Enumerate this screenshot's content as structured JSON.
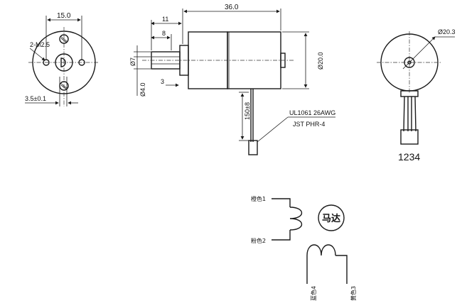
{
  "front_view": {
    "dim_width": "15.0",
    "dim_holes": "2-M2.5",
    "dim_offset": "3.5±0.1"
  },
  "side_view": {
    "dim_length": "36.0",
    "dim_11": "11",
    "dim_8": "8",
    "dim_3": "3",
    "dim_phi7": "Ø7",
    "dim_phi4": "Ø4.0",
    "dim_phi20": "Ø20.0",
    "dim_lead": "150±8",
    "wire_spec": "UL1061 26AWG",
    "connector": "JST PHR-4"
  },
  "rear_view": {
    "dim_phi": "Ø20.3",
    "pin_numbers": "1234"
  },
  "wiring": {
    "motor_label": "马达",
    "wire_1": "橙色1",
    "wire_2": "粉色2",
    "wire_4": "蓝色4",
    "wire_3": "黄色3"
  }
}
